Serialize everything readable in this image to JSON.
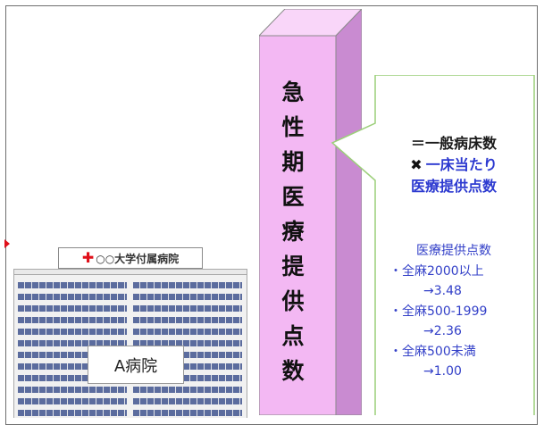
{
  "hospital": {
    "sign_mark": "✚",
    "sign_text": "○○大学付属病院",
    "name": "A病院"
  },
  "pillar": {
    "label_chars": [
      "急",
      "性",
      "期",
      "医",
      "療",
      "提",
      "供",
      "点",
      "数"
    ]
  },
  "callout": {
    "line1": "＝一般病床数",
    "times_mark": "✖",
    "line2": "一床当たり",
    "line3": "医療提供点数",
    "points_title": "医療提供点数",
    "items": [
      {
        "label": "・全麻2000以上",
        "value": "→3.48"
      },
      {
        "label": "・全麻500-1999",
        "value": "→2.36"
      },
      {
        "label": "・全麻500未満",
        "value": "→1.00"
      }
    ]
  },
  "colors": {
    "pillar_face": "#f3b8f3",
    "pillar_side": "#c98bd1",
    "callout_border": "#9ccf7a",
    "accent_blue": "#2d3ad0",
    "cross_red": "#e0101a"
  }
}
